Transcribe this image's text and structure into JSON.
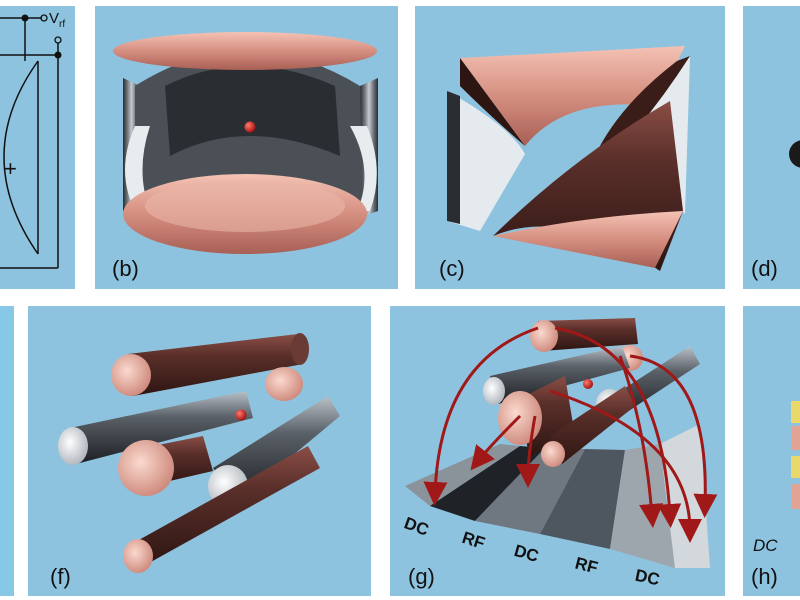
{
  "panels": {
    "a": {
      "voltage_label": "V",
      "voltage_sub": "rf",
      "plus": "+"
    },
    "b": {
      "label": "(b)"
    },
    "c": {
      "label": "(c)"
    },
    "d": {
      "label": "(d)"
    },
    "f": {
      "label": "(f)"
    },
    "g": {
      "label": "(g)",
      "electrodes": [
        "DC",
        "RF",
        "DC",
        "RF",
        "DC"
      ]
    },
    "h": {
      "label": "(h)",
      "electrode": "DC"
    }
  }
}
